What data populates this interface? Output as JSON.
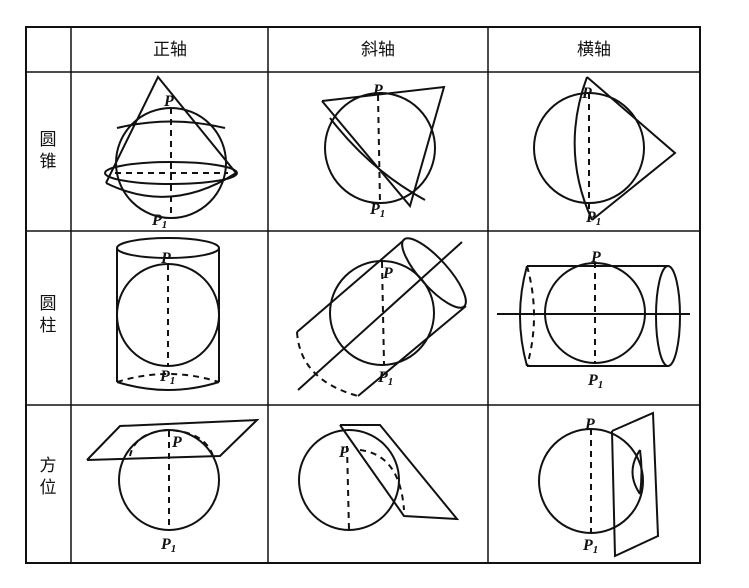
{
  "columns": [
    "正轴",
    "斜轴",
    "横轴"
  ],
  "rows": [
    {
      "label_top": "圆",
      "label_bottom": "锥"
    },
    {
      "label_top": "圆",
      "label_bottom": "柱"
    },
    {
      "label_top": "方",
      "label_bottom": "位"
    }
  ],
  "pole_labels": {
    "north": "P",
    "south": "P",
    "south_sub": "1"
  }
}
